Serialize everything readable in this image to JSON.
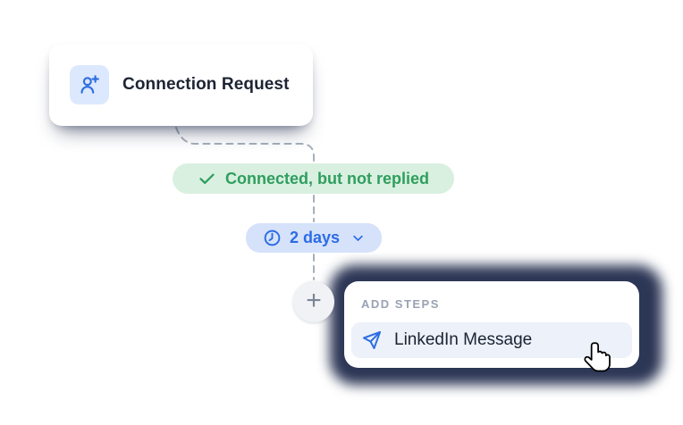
{
  "flow": {
    "step_card": {
      "label": "Connection Request",
      "icon": "user-plus-icon"
    },
    "condition_badge": {
      "label": "Connected, but not replied",
      "icon": "check-icon"
    },
    "delay_pill": {
      "label": "2 days",
      "icon": "clock-icon",
      "chevron": "chevron-down-icon"
    },
    "add_button": {
      "label": "+"
    },
    "add_steps_menu": {
      "title": "ADD STEPS",
      "items": [
        {
          "label": "LinkedIn Message",
          "icon": "send-icon"
        }
      ]
    },
    "cursor": "hand-pointer"
  },
  "colors": {
    "accent_blue": "#2c6ce6",
    "icon_chip_blue": "#dce8fd",
    "status_green_text": "#2f9e5e",
    "status_green_bg": "#d9f0e0",
    "delay_blue_bg": "#d6e2fa",
    "popover_glow_navy": "#2c3655",
    "menu_row_bg": "#edf1f9",
    "connector_gray": "#a6afbd",
    "text_dark": "#1d2433",
    "menu_title_gray": "#99a1b3"
  }
}
